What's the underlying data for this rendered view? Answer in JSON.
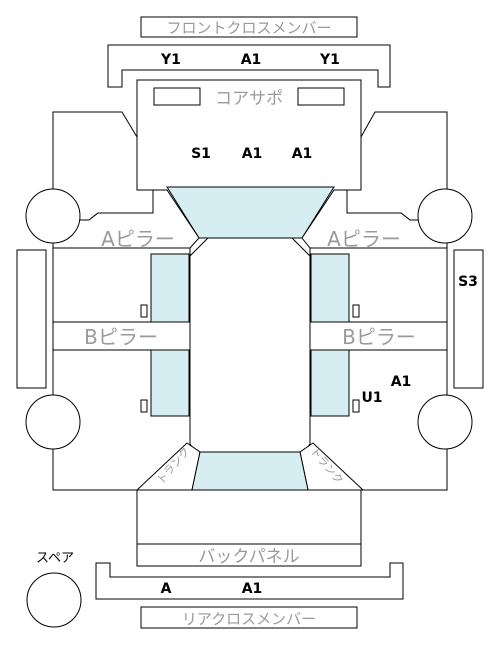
{
  "labels": {
    "front_cross_member": "フロントクロスメンバー",
    "core_support": "コアサポ",
    "a_pillar": "Aピラー",
    "b_pillar": "Bピラー",
    "back_panel": "バックパネル",
    "rear_cross_member": "リアクロスメンバー",
    "spare": "スペア",
    "trunk": "トランク"
  },
  "codes": {
    "front_member_left": "Y1",
    "front_member_center": "A1",
    "front_member_right": "Y1",
    "core_s1": "S1",
    "core_a1_left": "A1",
    "core_a1_right": "A1",
    "right_side": "S3",
    "right_a1": "A1",
    "right_u1": "U1",
    "rear_a": "A",
    "rear_a1": "A1"
  },
  "colors": {
    "glass": "#d6edf2",
    "line": "#000000",
    "label_gray": "#9a9a9a"
  }
}
